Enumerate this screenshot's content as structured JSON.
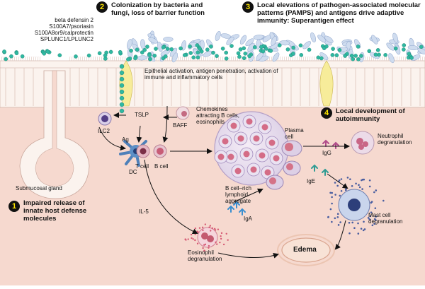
{
  "defense_molecules": [
    "beta defensin 2",
    "S100A7/psoriasin",
    "S100A8or9/calprotectin",
    "SPLUNC1/LPLUNC2"
  ],
  "steps": [
    {
      "number": "1",
      "title": "Impaired release of innate host defense molecules"
    },
    {
      "number": "2",
      "title": "Colonization by bacteria and fungi, loss of barrier function"
    },
    {
      "number": "3",
      "title": "Local elevations of pathogen-associated molecular patterns (PAMPS) and antigens drive adaptive immunity: Superantigen effect"
    },
    {
      "number": "4",
      "title": "Local development of autoimmunity"
    }
  ],
  "labels": {
    "epithelial": "Epithelial activation, antigen penetration, activation of immune and inflammatory cells",
    "tslp": "TSLP",
    "ilc2": "ILC2",
    "ag": "Ag",
    "dc": "DC",
    "t_cell": "T cell",
    "b_cell": "B cell",
    "baff": "BAFF",
    "chemokines": "Chemokines attracting B cells, eosinophils",
    "plasma_cell": "Plasma cell",
    "igg": "IgG",
    "neutrophil": "Neutrophil degranulation",
    "ige": "IgE",
    "b_cell_aggregate": "B cell–rich lymphoid aggregate",
    "mast_cell": "Mast cell degranulation",
    "iga": "IgA",
    "il5": "IL-5",
    "eosinophil": "Eosinophil degranulation",
    "edema": "Edema",
    "submucosal": "Submucosal gland"
  },
  "colors": {
    "tissue": "#f6d9cf",
    "epithelium": "#fbf3ee",
    "bacteria": "#2fb8a1",
    "fungi": "#cfdcef",
    "accent": "#ffe600"
  }
}
